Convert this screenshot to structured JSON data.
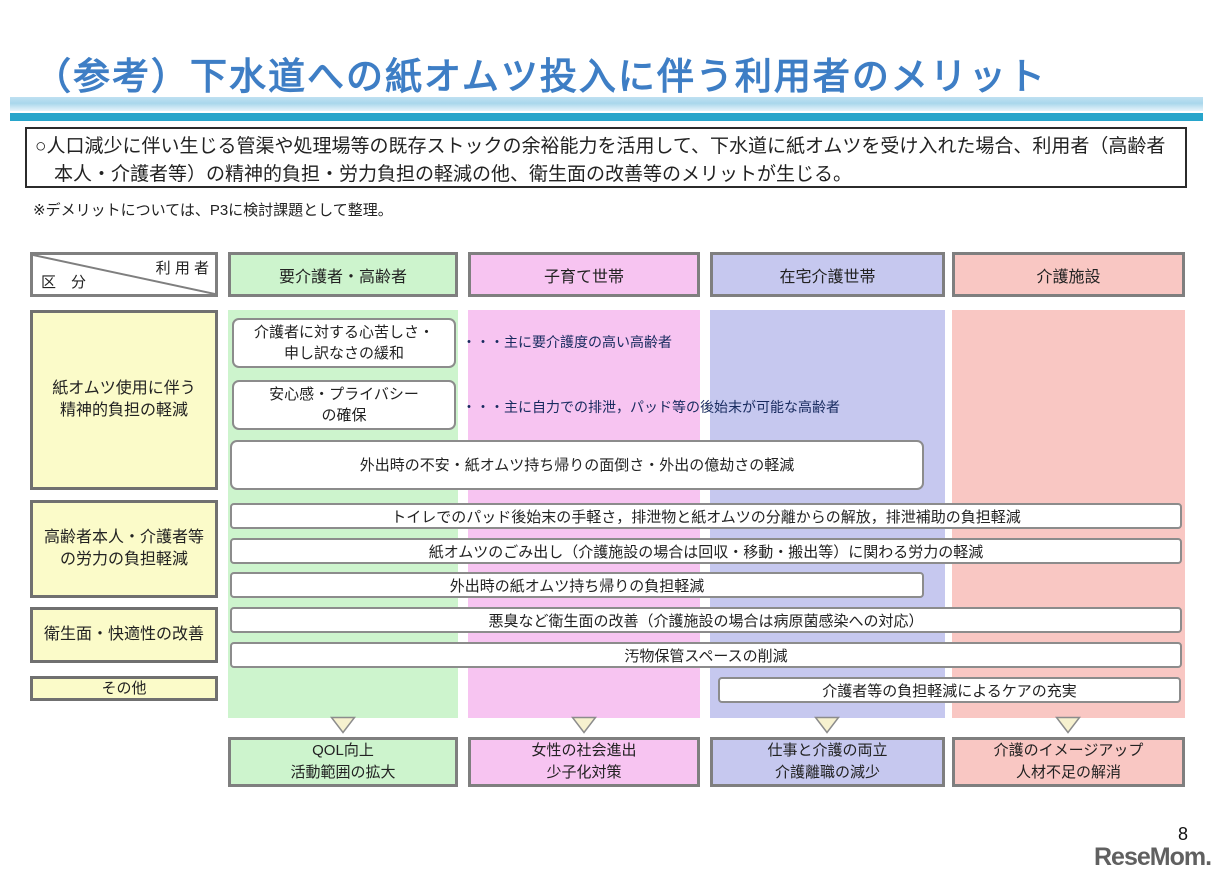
{
  "page": {
    "title": "（参考）下水道への紙オムツ投入に伴う利用者のメリット",
    "summary": "○人口減少に伴い生じる管渠や処理場等の既存ストックの余裕能力を活用して、下水道に紙オムツを受け入れた場合、利用者（高齢者本人・介護者等）の精神的負担・労力負担の軽減の他、衛生面の改善等のメリットが生じる。",
    "note": "※デメリットについては、P3に検討課題として整理。",
    "page_number": "8",
    "logo_text": "ReseMom."
  },
  "colors": {
    "title_blue": "#3e7ec5",
    "band_teal": "#27a5cb",
    "category_yellow": "#fbfbc9",
    "note_navy": "#172a5e",
    "arrow_cream": "#f6f1cf"
  },
  "matrix": {
    "corner": {
      "top_label": "利 用 者",
      "bottom_label": "区　分"
    },
    "columns": [
      {
        "label": "要介護者・高齢者",
        "color": "#cdf4cd"
      },
      {
        "label": "子育て世帯",
        "color": "#f7c4f1"
      },
      {
        "label": "在宅介護世帯",
        "color": "#c6c8ef"
      },
      {
        "label": "介護施設",
        "color": "#f9c7c3"
      }
    ],
    "categories": [
      {
        "label": "紙オムツ使用に伴う\n精神的負担の軽減"
      },
      {
        "label": "高齢者本人・介護者等\nの労力の負担軽減"
      },
      {
        "label": "衛生面・快適性の改善"
      },
      {
        "label": "その他"
      }
    ],
    "items": {
      "mental_care_guilt": "介護者に対する心苦しさ・\n申し訳なさの緩和",
      "mental_care_guilt_note": "・・・主に要介護度の高い高齢者",
      "mental_privacy": "安心感・プライバシー\nの確保",
      "mental_privacy_note": "・・・主に自力での排泄，パッド等の後始末が可能な高齢者",
      "mental_outing": "外出時の不安・紙オムツ持ち帰りの面倒さ・外出の億劫さの軽減",
      "labor_toilet": "トイレでのパッド後始末の手軽さ，排泄物と紙オムツの分離からの解放，排泄補助の負担軽減",
      "labor_garbage": "紙オムツのごみ出し（介護施設の場合は回収・移動・搬出等）に関わる労力の軽減",
      "labor_outing": "外出時の紙オムツ持ち帰りの負担軽減",
      "hygiene_odor": "悪臭など衛生面の改善（介護施設の場合は病原菌感染への対応）",
      "hygiene_space": "汚物保管スペースの削減",
      "other_care": "介護者等の負担軽減によるケアの充実"
    },
    "outcomes": [
      {
        "label": "QOL向上\n活動範囲の拡大"
      },
      {
        "label": "女性の社会進出\n少子化対策"
      },
      {
        "label": "仕事と介護の両立\n介護離職の減少"
      },
      {
        "label": "介護のイメージアップ\n人材不足の解消"
      }
    ]
  }
}
